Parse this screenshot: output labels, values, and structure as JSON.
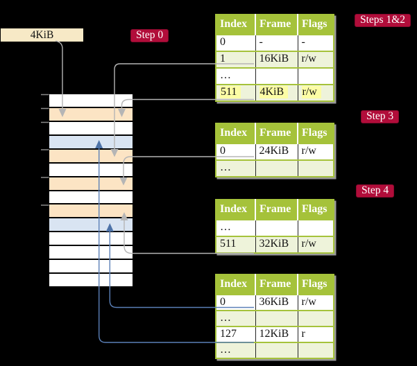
{
  "labels": {
    "cr3": "4KiB",
    "step0": "Step 0",
    "steps12": "Steps 1&2",
    "step3": "Step 3",
    "step4": "Step 4"
  },
  "colors": {
    "background": "#000000",
    "badge_red": "#b10d3a",
    "table_header_green": "#a5c23a",
    "table_row_green": "#eef3da",
    "highlight_yellow": "#fcfda5",
    "memory_table_peach": "#fce4c4",
    "memory_page_blue": "#d9e4f2",
    "cr3_box_cream": "#f7e9c6",
    "arrow_gray": "#b5b5b5",
    "arrow_blue": "#5b80b8"
  },
  "memory": {
    "rows": [
      {
        "fill": "white"
      },
      {
        "fill": "peach"
      },
      {
        "fill": "white"
      },
      {
        "fill": "blue"
      },
      {
        "fill": "peach"
      },
      {
        "fill": "white"
      },
      {
        "fill": "peach"
      },
      {
        "fill": "white"
      },
      {
        "fill": "peach"
      },
      {
        "fill": "blue"
      },
      {
        "fill": "white"
      },
      {
        "fill": "white"
      },
      {
        "fill": "white"
      },
      {
        "fill": "white"
      }
    ]
  },
  "tables": [
    {
      "name": "page-table-level4",
      "headers": [
        "Index",
        "Frame",
        "Flags"
      ],
      "rows": [
        {
          "cells": [
            "0",
            "-",
            "-"
          ]
        },
        {
          "cells": [
            "1",
            "16KiB",
            "r/w"
          ]
        },
        {
          "cells": [
            "…",
            "",
            ""
          ]
        },
        {
          "cells": [
            "511",
            "4KiB",
            "r/w"
          ],
          "highlighted": true
        }
      ]
    },
    {
      "name": "page-table-level3",
      "headers": [
        "Index",
        "Frame",
        "Flags"
      ],
      "rows": [
        {
          "cells": [
            "0",
            "24KiB",
            "r/w"
          ]
        },
        {
          "cells": [
            "…",
            "",
            ""
          ]
        }
      ]
    },
    {
      "name": "page-table-level2",
      "headers": [
        "Index",
        "Frame",
        "Flags"
      ],
      "rows": [
        {
          "cells": [
            "…",
            "",
            ""
          ]
        },
        {
          "cells": [
            "511",
            "32KiB",
            "r/w"
          ]
        }
      ]
    },
    {
      "name": "page-table-level1",
      "headers": [
        "Index",
        "Frame",
        "Flags"
      ],
      "rows": [
        {
          "cells": [
            "0",
            "36KiB",
            "r/w"
          ]
        },
        {
          "cells": [
            "…",
            "",
            ""
          ]
        },
        {
          "cells": [
            "127",
            "12KiB",
            "r"
          ]
        },
        {
          "cells": [
            "…",
            "",
            ""
          ]
        }
      ]
    }
  ]
}
